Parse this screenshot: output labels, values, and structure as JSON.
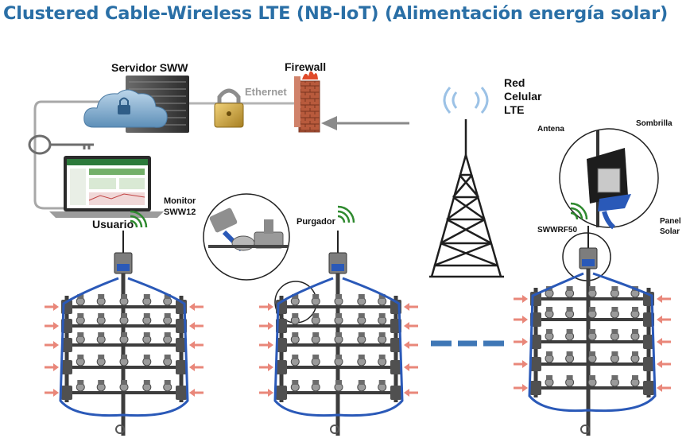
{
  "title": "Clustered Cable-Wireless LTE (NB-IoT) (Alimentación energía solar)",
  "labels": {
    "server": "Servidor SWW",
    "firewall": "Firewall",
    "ethernet": "Ethernet",
    "network_line1": "Red",
    "network_line2": "Celular",
    "network_line3": "LTE",
    "user": "Usuario",
    "monitor_line1": "Monitor",
    "monitor_line2": "SWW12",
    "purger": "Purgador",
    "antenna": "Antena",
    "umbrella": "Sombrilla",
    "panel_line1": "Panel",
    "panel_line2": "Solar",
    "device": "SWWRF50"
  },
  "colors": {
    "title": "#2a6fa6",
    "cable": "#2a59b8",
    "signal": "#2f8a2f",
    "arrow": "#e9877a",
    "pipe": "#3d3d3d",
    "firewall": "#b85a3c"
  }
}
